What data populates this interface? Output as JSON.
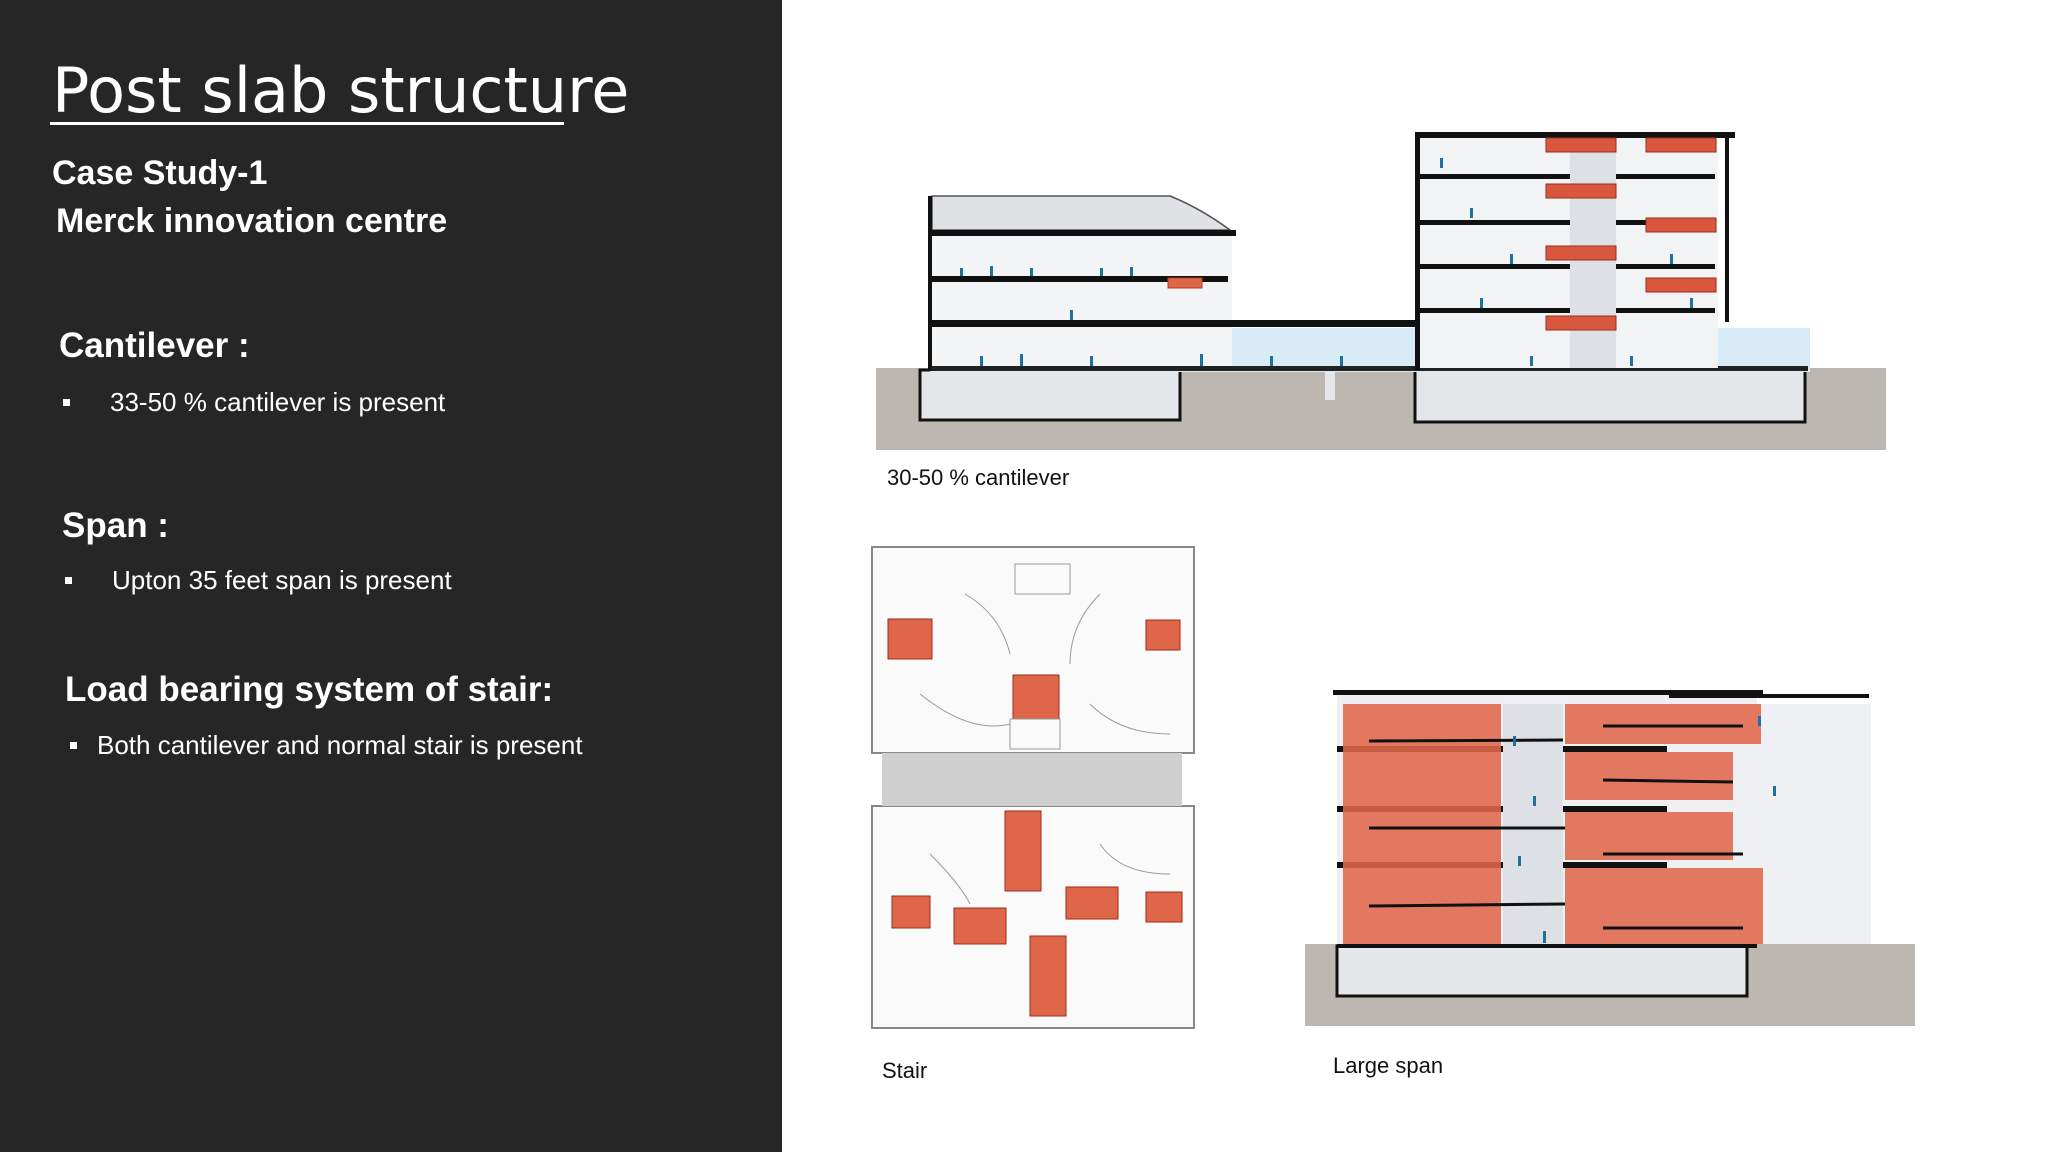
{
  "slide": {
    "title": "Post  slab structure",
    "case_study": "Case Study-1",
    "project": "Merck innovation centre",
    "sections": [
      {
        "heading": "Cantilever  :",
        "bullet": "33-50 % cantilever is present"
      },
      {
        "heading": "Span :",
        "bullet": "Upton 35 feet span is present"
      },
      {
        "heading": "Load bearing system of stair:",
        "bullet": "Both cantilever and normal stair is present"
      }
    ]
  },
  "figures": {
    "section_caption": "30-50 % cantilever",
    "stair_caption": "Stair",
    "span_caption": "Large span"
  },
  "colors": {
    "left_panel": "#262626",
    "highlight_red": "#e0664a",
    "people_blue": "#1f6f9f",
    "slab_black": "#111111",
    "ground_gray": "#bdb7b2"
  }
}
